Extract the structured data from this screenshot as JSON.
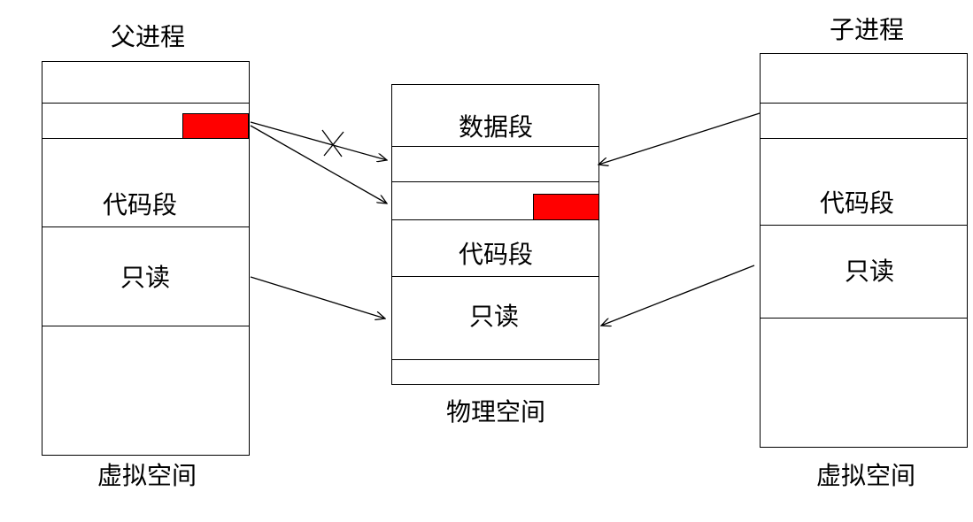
{
  "parent": {
    "title": "父进程",
    "code_label": "代码段",
    "readonly_label": "只读",
    "caption": "虚拟空间"
  },
  "physical": {
    "data_label": "数据段",
    "code_label": "代码段",
    "readonly_label": "只读",
    "caption": "物理空间"
  },
  "child": {
    "title": "子进程",
    "code_label": "代码段",
    "readonly_label": "只读",
    "caption": "虚拟空间"
  },
  "colors": {
    "highlight": "#ff0000",
    "line": "#000000"
  }
}
